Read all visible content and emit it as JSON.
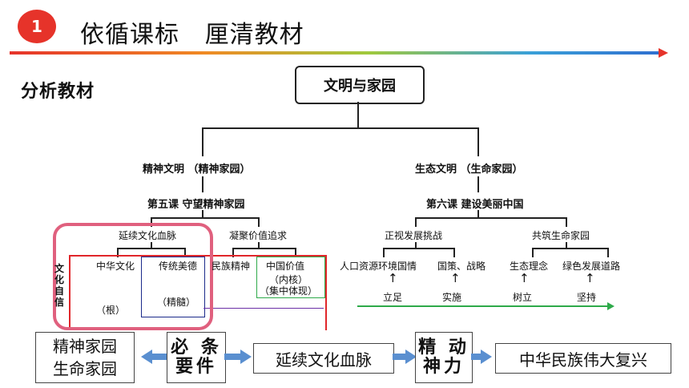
{
  "header": {
    "badge": "1",
    "title": "依循课标   厘清教材"
  },
  "section_label": "分析教材",
  "diagram": {
    "root": "文明与家园",
    "left_branch": "精神文明 （精神家园）",
    "right_branch": "生态文明 （生命家园）",
    "left_lesson": "第五课 守望精神家园",
    "right_lesson": "第六课 建设美丽中国",
    "left_topic1": "延续文化血脉",
    "left_topic2": "凝聚价值追求",
    "right_topic1": "正视发展挑战",
    "right_topic2": "共筑生命家园",
    "leaf_zhonghua": "中华文化",
    "leaf_chuantong": "传统美德",
    "leaf_minzu": "民族精神",
    "leaf_zhongguo": "中国价值",
    "leaf_neihe": "（内核）",
    "leaf_jizhong": "（集中体现）",
    "leaf_gen": "（根）",
    "leaf_jingsui": "（精髓）",
    "side_label": "文化自信",
    "leaf_renkou": "人口资源环境国情",
    "leaf_guoce": "国策、战略",
    "leaf_shengtai": "生态理念",
    "leaf_lvse": "绿色发展道路",
    "leaf_lizu": "立足",
    "leaf_shishi": "实施",
    "leaf_shuli": "树立",
    "leaf_jianchi": "坚持",
    "up_arrow": "↑"
  },
  "bottom": {
    "box1_line1": "精神家园",
    "box1_line2": "生命家园",
    "box2_line1": "必 条",
    "box2_line2": "要件",
    "box3": "延续文化血脉",
    "box4_line1": "精 动",
    "box4_line2": "神力",
    "box5": "中华民族伟大复兴"
  },
  "colors": {
    "accent_red": "#e6332a",
    "arrow_blue": "#5a8fd0",
    "highlight_pink": "#e0607e",
    "green_arrow": "#2eaa4a"
  }
}
